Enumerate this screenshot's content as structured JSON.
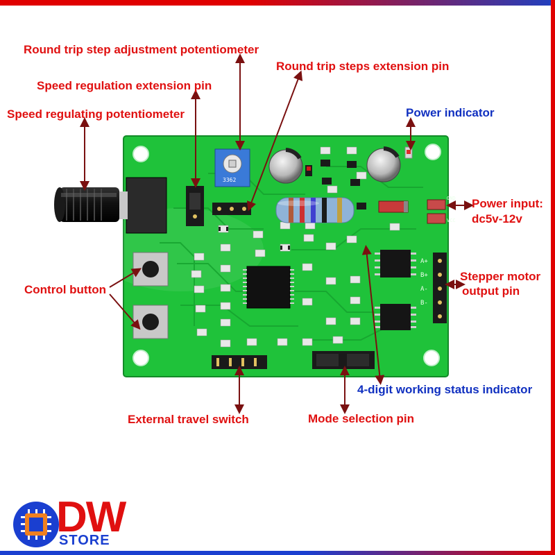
{
  "labels": {
    "round_trip_step_pot": "Round trip step adjustment potentiometer",
    "speed_ext_pin": "Speed regulation extension pin",
    "speed_pot": "Speed regulating potentiometer",
    "round_trip_ext_pin": "Round trip steps extension pin",
    "power_indicator": "Power indicator",
    "power_input_1": "Power input:",
    "power_input_2": "dc5v-12v",
    "stepper_output_1": "Stepper motor",
    "stepper_output_2": "output pin",
    "control_button": "Control button",
    "status_indicator": "4-digit working status indicator",
    "external_switch": "External travel switch",
    "mode_pin": "Mode selection pin"
  },
  "board_text": {
    "pot_code": "3362",
    "output_pins": [
      "A+",
      "B+",
      "A-",
      "B-"
    ],
    "power_pins": [
      "GND",
      "VCC"
    ]
  },
  "logo": {
    "brand": "DW",
    "sub": "STORE"
  },
  "colors": {
    "label_red": "#e01010",
    "label_blue": "#1030c0",
    "pcb_green": "#1fc23a",
    "arrow": "#7a1010"
  }
}
